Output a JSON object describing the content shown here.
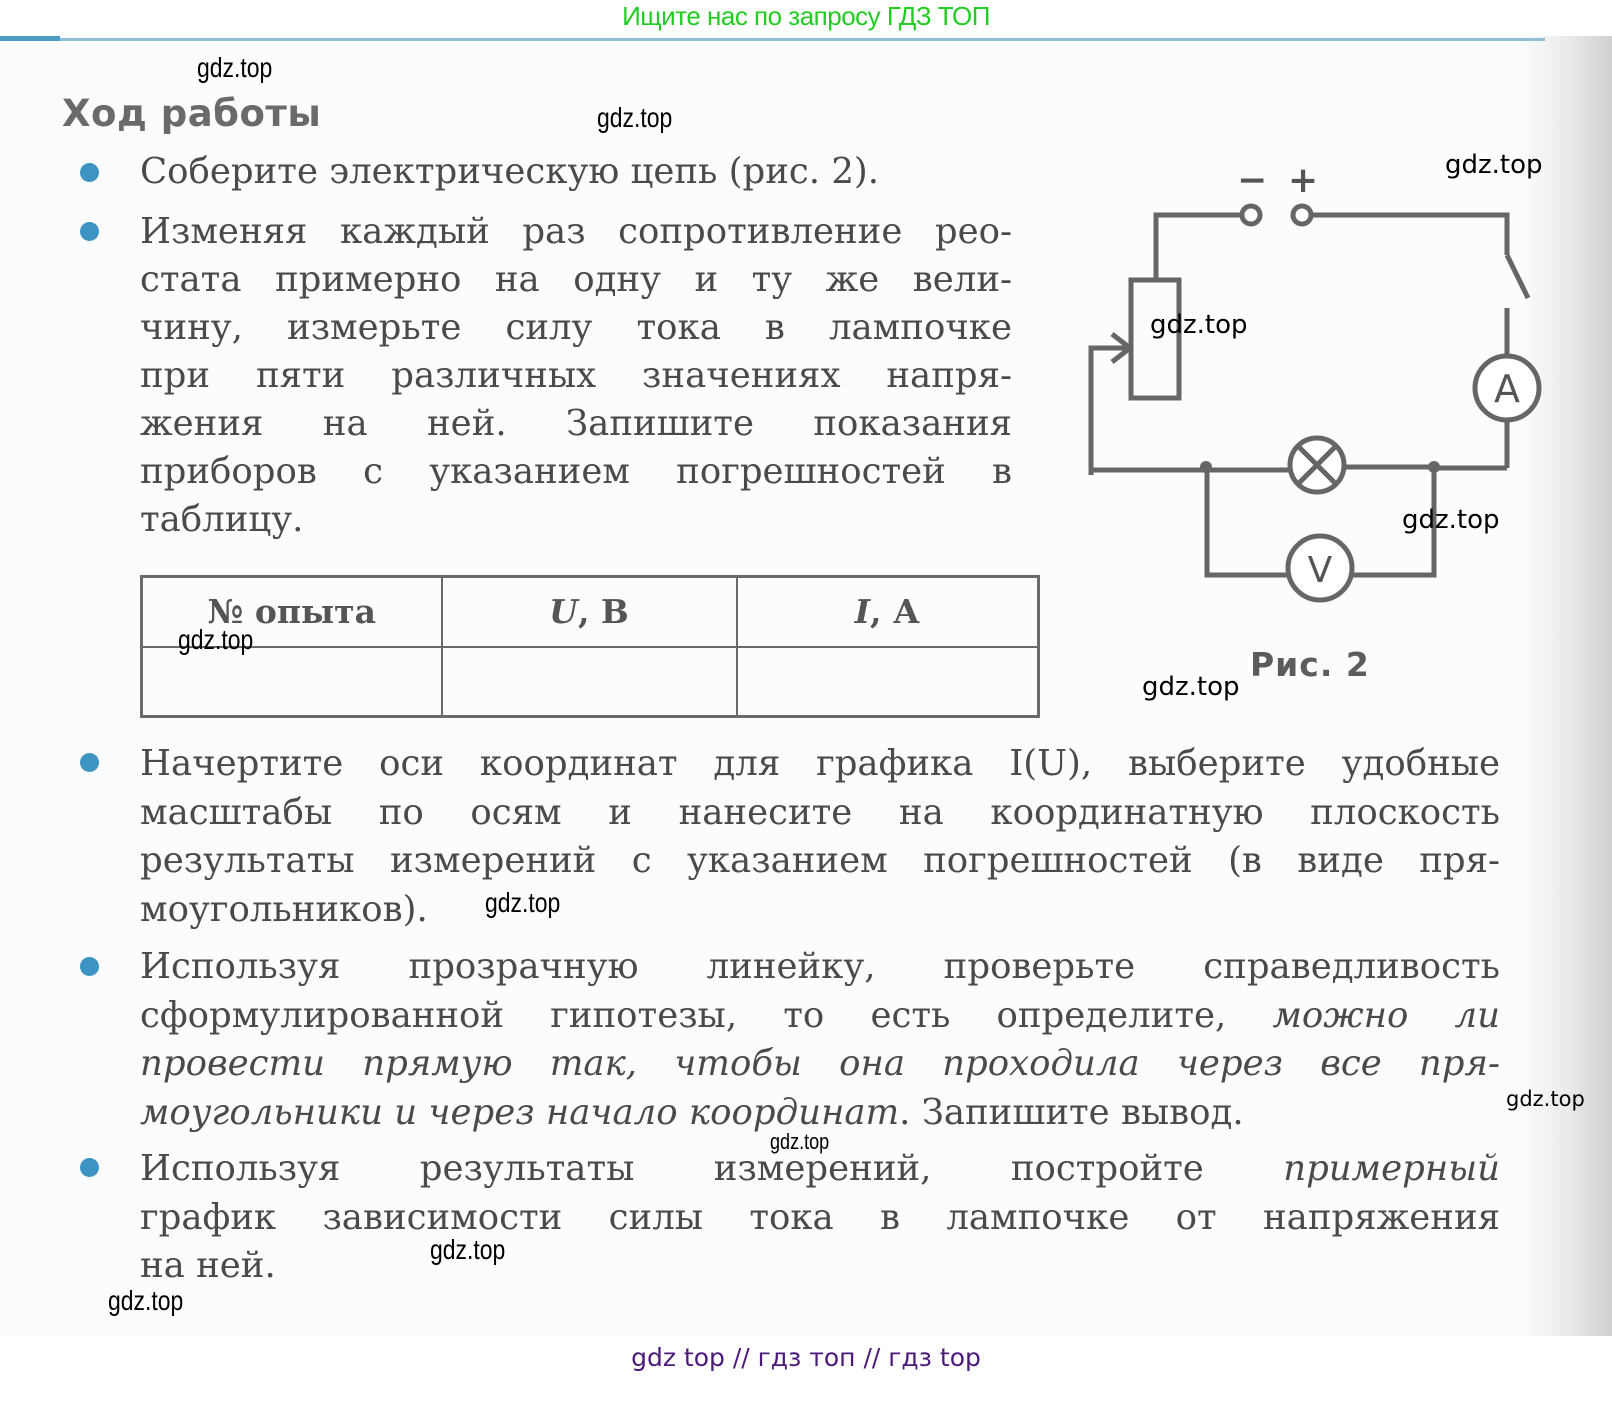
{
  "top_banner": "Ищите нас по запросу ГДЗ ТОП",
  "section_title": "Ход работы",
  "steps": [
    {
      "lines": [
        "Соберите электрическую цепь (рис. 2)."
      ]
    },
    {
      "lines": [
        "Изменяя каждый раз сопротивление рео-",
        "стата примерно на одну и ту же вели-",
        "чину, измерьте силу тока в лампочке",
        "при пяти различных значениях напря-",
        "жения на ней. Запишите показания",
        "приборов с указанием погрешностей в",
        "таблицу."
      ]
    },
    {
      "lines": [
        "Начертите оси координат для графика I(U), выберите удобные",
        "масштабы по осям и нанесите на координатную плоскость",
        "результаты измерений с указанием погрешностей (в виде пря-",
        "моугольников)."
      ]
    },
    {
      "lines": [
        {
          "normal": "Используя прозрачную линейку, проверьте справедливость"
        },
        {
          "normal": "сформулированной гипотезы, то есть определите, ",
          "italic": "можно ли"
        },
        {
          "italic": "провести прямую так, чтобы она проходила через все пря-"
        },
        {
          "italic": "моугольники и через начало координат",
          "normal": ". Запишите вывод."
        }
      ]
    },
    {
      "lines": [
        {
          "normal": "Используя результаты измерений, постройте ",
          "italic": "примерный"
        },
        {
          "normal": "график зависимости силы тока в лампочке от напряжения"
        },
        {
          "normal": "на ней."
        }
      ]
    }
  ],
  "table": {
    "headers": [
      "№ опыта",
      "U, В",
      "I, А"
    ],
    "header_parts": [
      {
        "text": "№ опыта"
      },
      {
        "var": "U",
        "unit": ", В"
      },
      {
        "var": "I",
        "unit": ", А"
      }
    ],
    "rows": [
      [
        "",
        "",
        ""
      ]
    ]
  },
  "figure": {
    "caption": "Рис. 2",
    "terminal_minus": "−",
    "terminal_plus": "+",
    "ammeter_label": "A",
    "voltmeter_label": "V",
    "components": [
      "power-terminals",
      "switch",
      "ammeter",
      "rheostat",
      "lamp",
      "voltmeter"
    ]
  },
  "watermarks": [
    "gdz.top",
    "gdz.top",
    "gdz.top",
    "gdz.top",
    "gdz.top",
    "gdz.top",
    "gdz.top",
    "gdz.top",
    "gdz.top",
    "gdz.top",
    "gdz.top",
    "gdz.top"
  ],
  "footer_banner": "gdz top  //  гдз топ  //  гдз top",
  "colors": {
    "banner_green": "#22cc22",
    "bullet_blue": "#3d94c2",
    "rule_blue": "#8fc0d8",
    "text_gray": "#4a4a4a",
    "footer_purple": "#4b1a7a"
  }
}
